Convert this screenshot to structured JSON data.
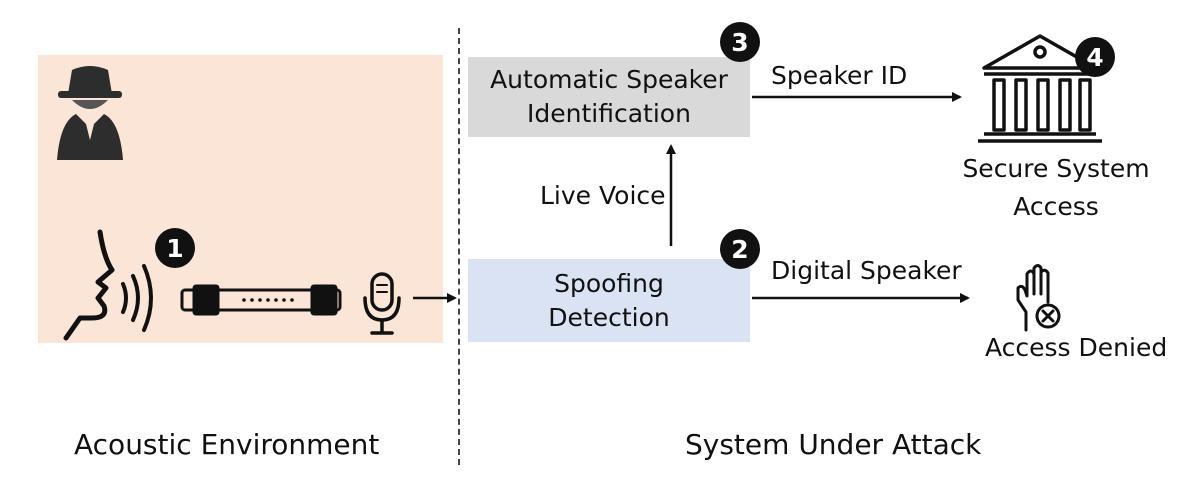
{
  "environment": {
    "caption": "Acoustic Environment"
  },
  "system": {
    "caption": "System Under Attack",
    "asi_box_label": "Automatic Speaker\nIdentification",
    "spoof_box_label": "Spoofing\nDetection",
    "edge_live_voice": "Live Voice",
    "edge_speaker_id": "Speaker ID",
    "edge_digital_speaker": "Digital Speaker",
    "secure_access_label": "Secure System\nAccess",
    "access_denied_label": "Access Denied"
  },
  "badges": {
    "b1": "1",
    "b2": "2",
    "b3": "3",
    "b4": "4"
  },
  "icons": [
    "spy-icon",
    "speaking-head-icon",
    "sound-waves-icon",
    "flute-icon",
    "microphone-icon",
    "bank-building-icon",
    "denied-hand-icon"
  ],
  "colors": {
    "environment_bg": "#fbe5d6",
    "asi_box_bg": "#d9d9d9",
    "spoof_box_bg": "#dae3f3"
  }
}
